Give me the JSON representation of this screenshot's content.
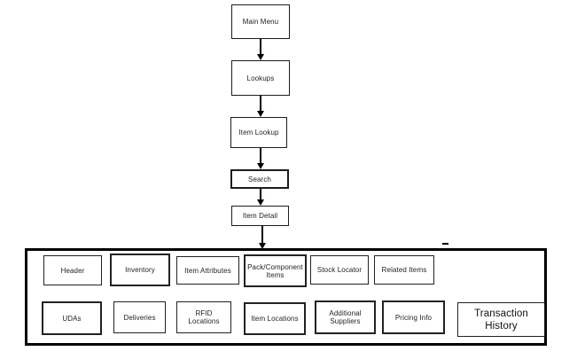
{
  "flow": {
    "nodes": [
      {
        "label": "Main Menu"
      },
      {
        "label": "Lookups"
      },
      {
        "label": "Item Lookup"
      },
      {
        "label": "Search"
      },
      {
        "label": "Item Detail"
      }
    ]
  },
  "panel": {
    "row1": [
      "Header",
      "Inventory",
      "Item Attributes",
      "Pack/Component Items",
      "Stock Locator",
      "Related Items"
    ],
    "row2": [
      "UDAs",
      "Deliveries",
      "RFID Locations",
      "Item Locations",
      "Additional Suppliers",
      "Pricing Info",
      "Transaction History"
    ]
  },
  "colors": {
    "line": "#000000",
    "box_border": "#222222",
    "panel_border": "#000000",
    "background": "#ffffff",
    "text": "#1f1f1f"
  }
}
